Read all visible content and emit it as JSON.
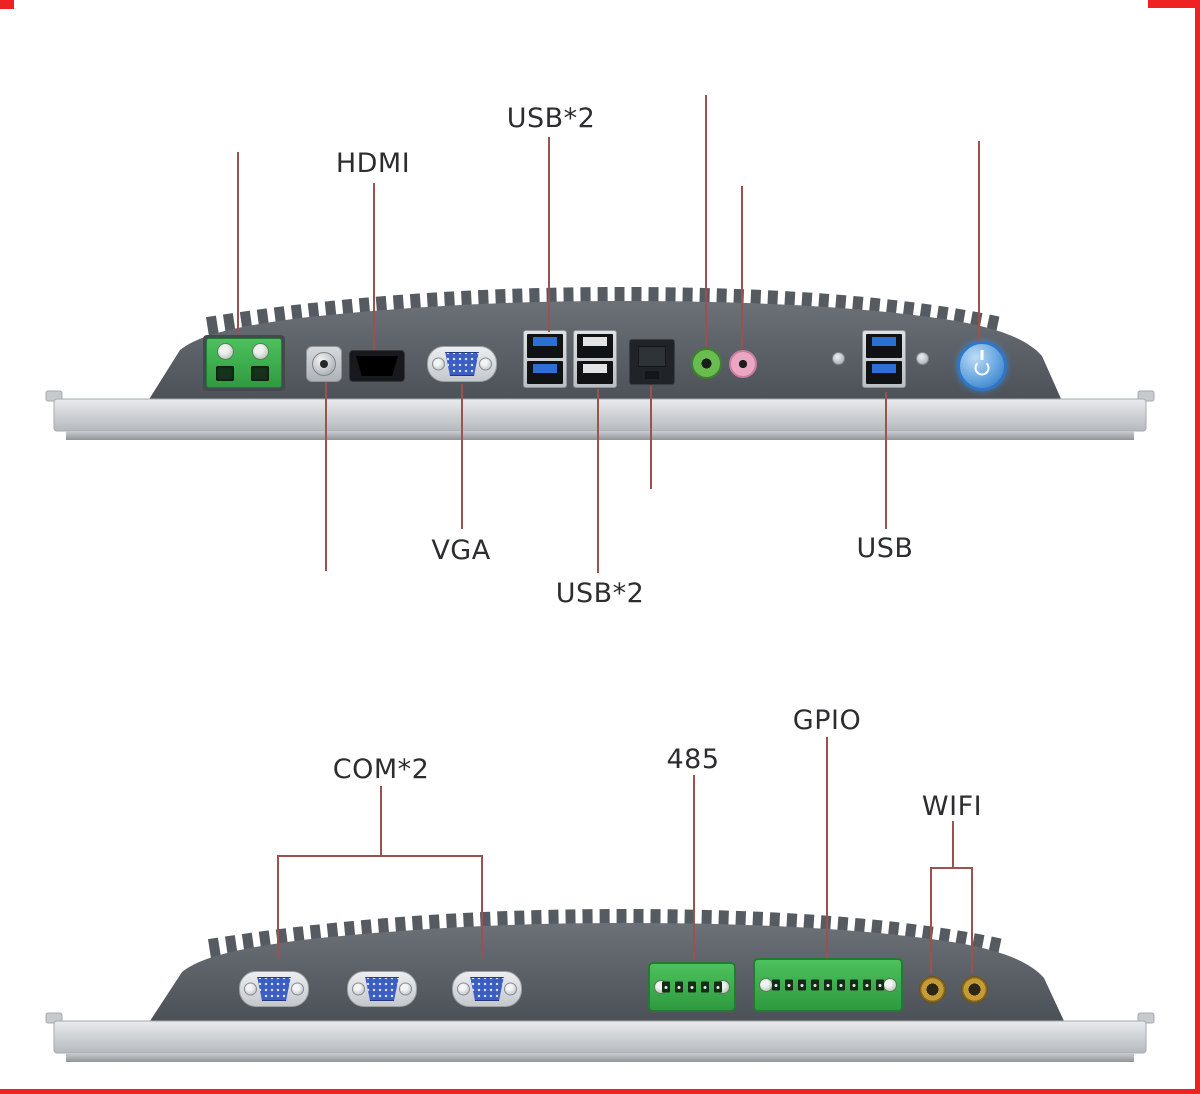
{
  "figure": {
    "type": "industrial-panel-pc-port-diagram",
    "views": [
      "top-io-panel",
      "bottom-io-panel"
    ]
  },
  "labels": {
    "usb2_top": "USB*2",
    "hdmi": "HDMI",
    "vga": "VGA",
    "usb2_bottom": "USB*2",
    "usb": "USB",
    "com2": "COM*2",
    "rs485": "485",
    "gpio": "GPIO",
    "wifi": "WIFI"
  },
  "ports_top": [
    "power-terminal-icon",
    "dc-jack-icon",
    "hdmi-port-icon",
    "vga-port-icon",
    "usb3-dual-port-icon",
    "usb2-dual-port-icon",
    "ethernet-port-icon",
    "audio-out-jack-icon",
    "mic-jack-icon",
    "usb3-dual-port-icon",
    "power-button-icon"
  ],
  "ports_bottom": [
    "com-port-icon",
    "com-port-icon",
    "com-port-icon",
    "rs485-terminal-icon",
    "gpio-terminal-icon",
    "wifi-antenna-icon",
    "wifi-antenna-icon"
  ],
  "colors": {
    "annotation": "#9c5151",
    "frame": "#ee2222",
    "body": "#565b62",
    "panel": "#cdd1d4",
    "port_green": "#3aa94c",
    "usb_blue": "#2e6fd6",
    "vga_blue": "#3c5ec2",
    "power_blue": "#2e77c8",
    "audio_green": "#69bd4f",
    "audio_pink": "#eaa6c3",
    "antenna_gold": "#c49b35"
  }
}
